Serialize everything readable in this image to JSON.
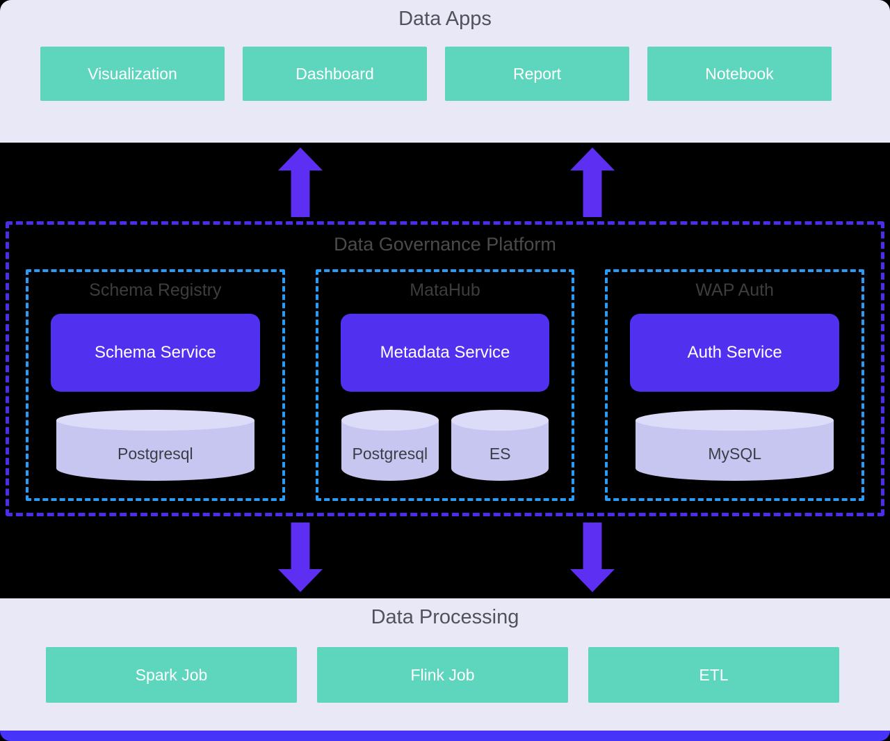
{
  "data_apps": {
    "title": "Data Apps",
    "items": [
      "Visualization",
      "Dashboard",
      "Report",
      "Notebook"
    ]
  },
  "governance": {
    "title": "Data Governance Platform",
    "groups": [
      {
        "title": "Schema Registry",
        "service": "Schema Service",
        "stores": [
          "Postgresql"
        ]
      },
      {
        "title": "MataHub",
        "service": "Metadata Service",
        "stores": [
          "Postgresql",
          "ES"
        ]
      },
      {
        "title": "WAP Auth",
        "service": "Auth Service",
        "stores": [
          "MySQL"
        ]
      }
    ]
  },
  "data_processing": {
    "title": "Data Processing",
    "items": [
      "Spark Job",
      "Flink Job",
      "ETL"
    ]
  },
  "colors": {
    "panel_lavender": "#e8e8f7",
    "accent_green": "#5dd6bd",
    "service_purple": "#5130f0",
    "arrow_purple": "#5c2ff2",
    "outer_dash_purple": "#4a2ee9",
    "inner_dash_blue": "#2a9cf5",
    "cylinder_lavender": "#c6c6f1",
    "footer_blue": "#4634f8"
  }
}
